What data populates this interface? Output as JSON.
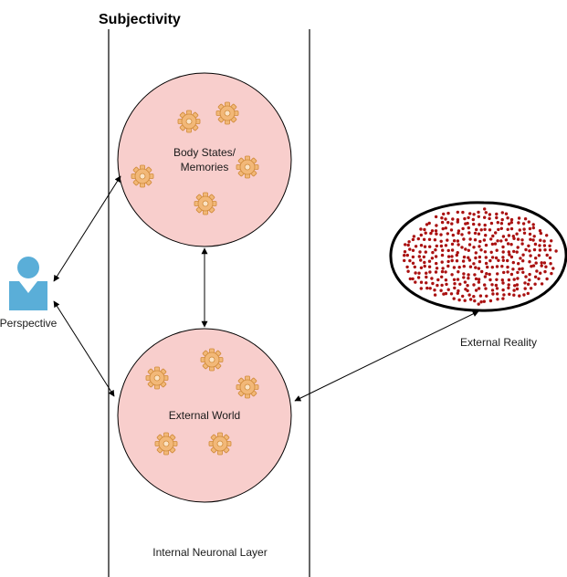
{
  "title": "Subjectivity",
  "perspective": {
    "label": "Perspective",
    "icon": "user-icon"
  },
  "body_states": {
    "line1": "Body States/",
    "line2": "Memories",
    "icon": "gear-icon"
  },
  "external_world": {
    "label": "External World",
    "icon": "gear-icon"
  },
  "external_reality": {
    "label": "External Reality"
  },
  "internal_layer": {
    "label": "Internal Neuronal Layer"
  },
  "colors": {
    "circle_fill": "#f8cecc",
    "circle_stroke": "#000000",
    "person": "#5aaed8",
    "gear": "#f2b878",
    "dots": "#aa1111"
  }
}
